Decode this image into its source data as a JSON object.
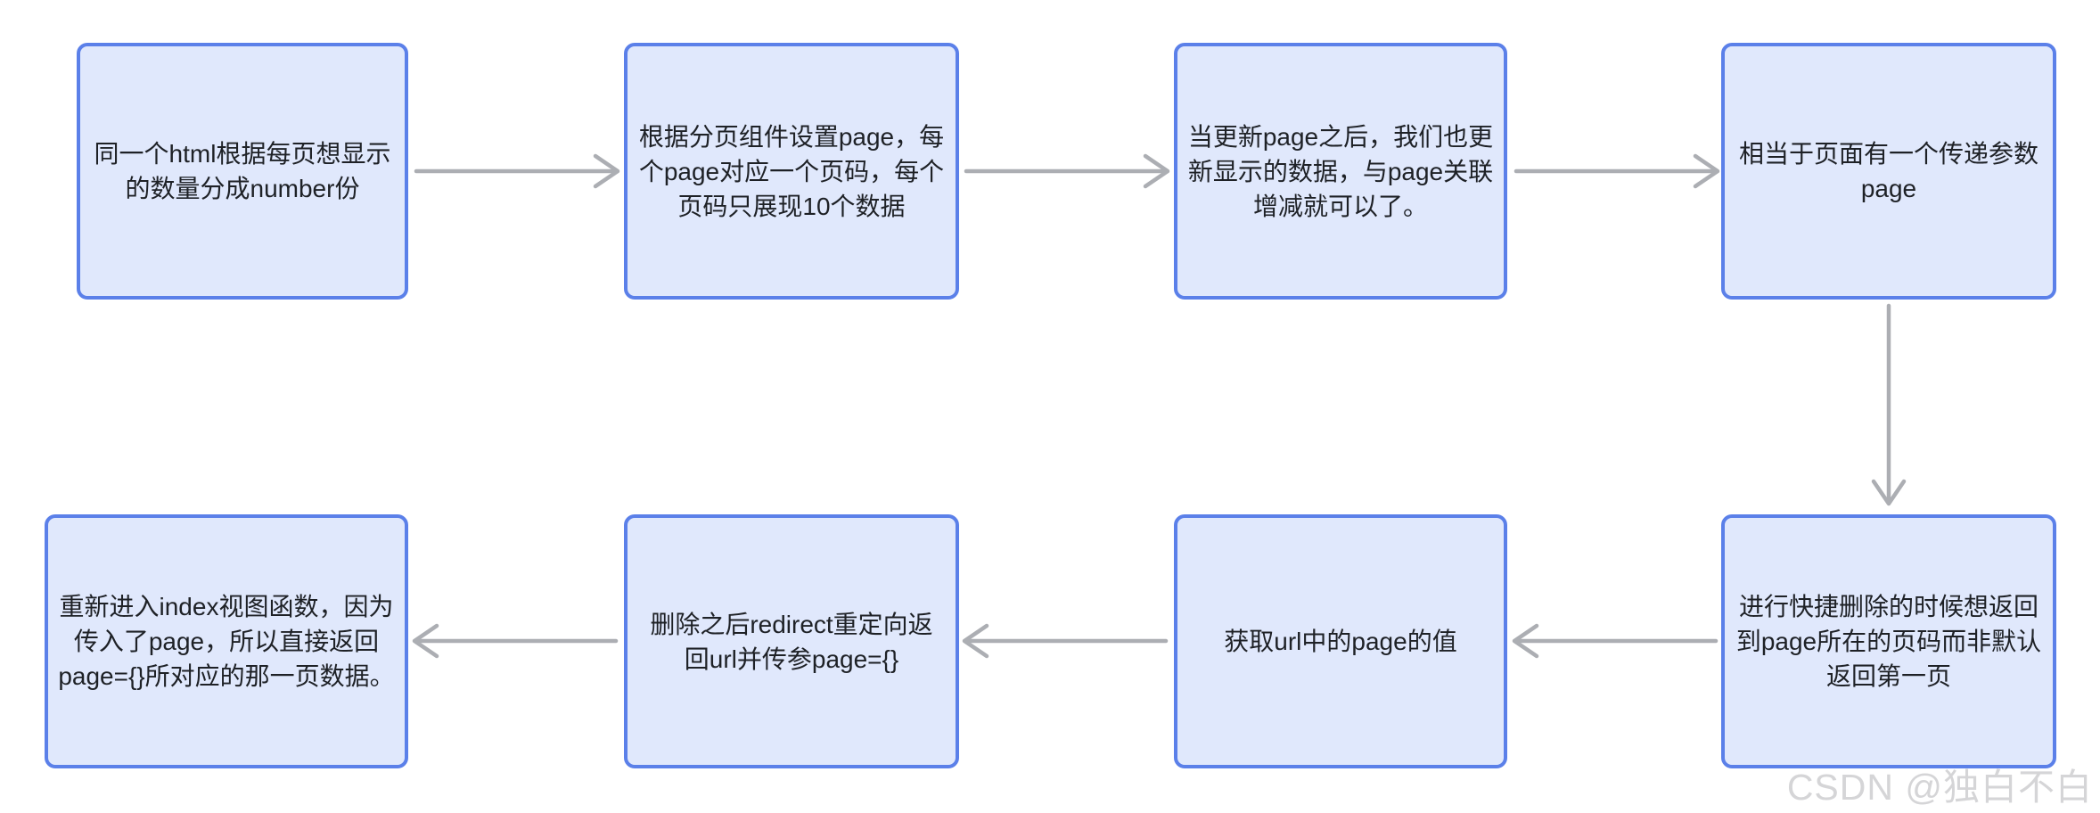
{
  "palette": {
    "background": "#ffffff",
    "node_fill": "#e0e8fc",
    "node_border": "#5b80e9",
    "text_color": "#1e2126",
    "arrow_color": "#acaeb3",
    "watermark_color": "#d5d5d7"
  },
  "flow": {
    "nodes": [
      {
        "id": "node-1",
        "lines": [
          "同一个html根据每页想显示",
          "的数量分成number份"
        ]
      },
      {
        "id": "node-2",
        "lines": [
          "根据分页组件设置page，每",
          "个page对应一个页码，每个",
          "页码只展现10个数据"
        ]
      },
      {
        "id": "node-3",
        "lines": [
          "当更新page之后，我们也更",
          "新显示的数据，与page关联",
          "增减就可以了。"
        ]
      },
      {
        "id": "node-4",
        "lines": [
          "相当于页面有一个传递参数",
          "page"
        ]
      },
      {
        "id": "node-5",
        "lines": [
          "进行快捷删除的时候想返回",
          "到page所在的页码而非默认",
          "返回第一页"
        ]
      },
      {
        "id": "node-6",
        "lines": [
          "获取url中的page的值"
        ]
      },
      {
        "id": "node-7",
        "lines": [
          "删除之后redirect重定向返",
          "回url并传参page={}"
        ]
      },
      {
        "id": "node-8",
        "lines": [
          "重新进入index视图函数，因为",
          "传入了page，所以直接返回",
          "page={}所对应的那一页数据。"
        ]
      }
    ],
    "edges": [
      {
        "from": "node-1",
        "to": "node-2",
        "direction": "right"
      },
      {
        "from": "node-2",
        "to": "node-3",
        "direction": "right"
      },
      {
        "from": "node-3",
        "to": "node-4",
        "direction": "right"
      },
      {
        "from": "node-4",
        "to": "node-5",
        "direction": "down"
      },
      {
        "from": "node-5",
        "to": "node-6",
        "direction": "left"
      },
      {
        "from": "node-6",
        "to": "node-7",
        "direction": "left"
      },
      {
        "from": "node-7",
        "to": "node-8",
        "direction": "left"
      }
    ]
  },
  "watermark": "CSDN @独白不白"
}
